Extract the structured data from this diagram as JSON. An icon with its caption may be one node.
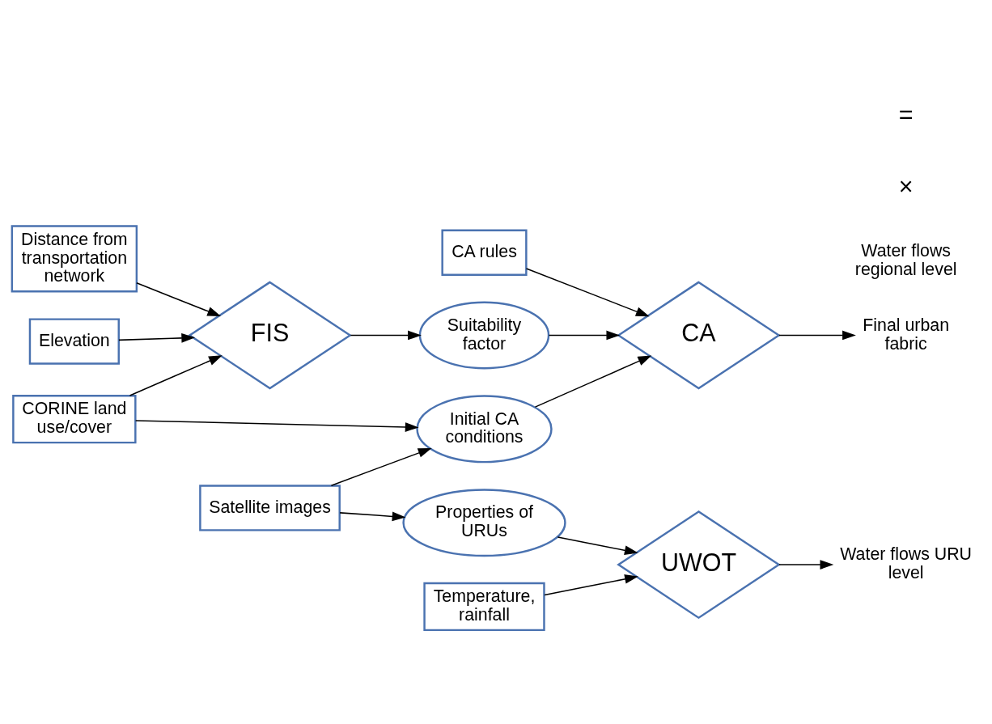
{
  "diagram": {
    "nodes": [
      {
        "text": [
          "CA rules"
        ]
      },
      {
        "text": [
          "Distance from transportation network"
        ]
      },
      {
        "text": [
          "Elevation"
        ]
      },
      {
        "text": [
          "CORINE land use/cover"
        ]
      },
      {
        "text": [
          "Satellite images"
        ]
      },
      {
        "text": [
          "Temperature, rainfall"
        ]
      },
      {
        "text": [
          "FIS"
        ]
      },
      {
        "text": [
          "Suitability factor"
        ]
      },
      {
        "text": [
          "Initial CA conditions"
        ]
      },
      {
        "text": [
          "Properties of URUs"
        ]
      },
      {
        "text": [
          "UWOT"
        ]
      },
      {
        "text": [
          "CA"
        ]
      },
      {
        "text": [
          "Water flows URU level"
        ]
      },
      {
        "text": [
          "Final urban fabric"
        ]
      },
      {
        "text": [
          "Water flows regional level"
        ]
      }
    ],
    "edges": [
      {
        "from": 1,
        "to": 6,
        "arrow": "to"
      },
      {
        "from": 2,
        "to": 6,
        "arrow": "to"
      },
      {
        "from": 3,
        "to": 6,
        "arrow": "to"
      },
      {
        "from": 6,
        "to": 7,
        "arrow": "to"
      },
      {
        "from": 3,
        "to": 8,
        "arrow": "to"
      },
      {
        "from": 4,
        "to": 8,
        "arrow": "to"
      },
      {
        "from": 4,
        "to": 9,
        "arrow": "to"
      },
      {
        "from": 5,
        "to": 10,
        "arrow": "to"
      },
      {
        "from": 9,
        "to": 10,
        "arrow": "to"
      },
      {
        "from": 7,
        "to": 11,
        "arrow": "to"
      },
      {
        "from": 8,
        "to": 11,
        "arrow": "to"
      },
      {
        "from": 0,
        "to": 11,
        "arrow": "to"
      },
      {
        "from": 10,
        "to": 12,
        "arrow": "to"
      },
      {
        "from": 11,
        "to": 13,
        "arrow": "to"
      }
    ],
    "labels": [
      "×",
      "="
    ]
  }
}
